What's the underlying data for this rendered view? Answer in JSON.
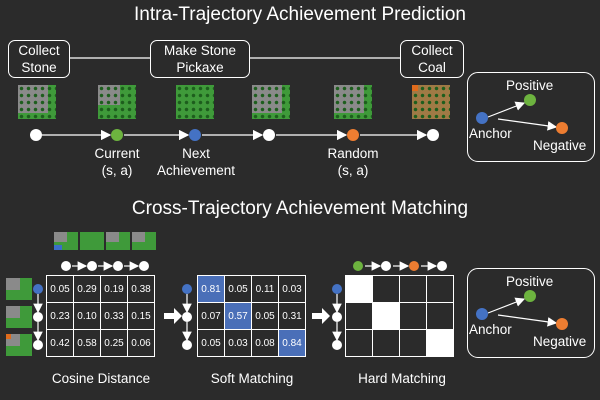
{
  "titles": {
    "intra": "Intra-Trajectory Achievement Prediction",
    "cross": "Cross-Trajectory Achievement Matching"
  },
  "achievements": [
    "Collect\nStone",
    "Make Stone\nPickaxe",
    "Collect\nCoal"
  ],
  "timeline_labels": {
    "current": "Current\n(s, a)",
    "next": "Next\nAchievement",
    "random": "Random\n(s, a)"
  },
  "legend": {
    "positive": "Positive",
    "anchor": "Anchor",
    "negative": "Negative"
  },
  "matrices": {
    "cosine": {
      "label": "Cosine Distance",
      "rows": [
        [
          "0.05",
          "0.29",
          "0.19",
          "0.38"
        ],
        [
          "0.23",
          "0.10",
          "0.33",
          "0.15"
        ],
        [
          "0.42",
          "0.58",
          "0.25",
          "0.06"
        ]
      ]
    },
    "soft": {
      "label": "Soft Matching",
      "rows": [
        [
          "0.81",
          "0.05",
          "0.11",
          "0.03"
        ],
        [
          "0.07",
          "0.57",
          "0.05",
          "0.31"
        ],
        [
          "0.05",
          "0.03",
          "0.08",
          "0.84"
        ]
      ],
      "highlight": [
        [
          0,
          0
        ],
        [
          1,
          1
        ],
        [
          2,
          3
        ]
      ]
    },
    "hard": {
      "label": "Hard Matching",
      "match": [
        [
          0,
          0
        ],
        [
          1,
          1
        ],
        [
          2,
          3
        ]
      ]
    }
  },
  "colors": {
    "background": "#2b2b2b",
    "current": "#6db33f",
    "next": "#4472c4",
    "random": "#ed7d31",
    "highlight": "#4a6fb8"
  }
}
